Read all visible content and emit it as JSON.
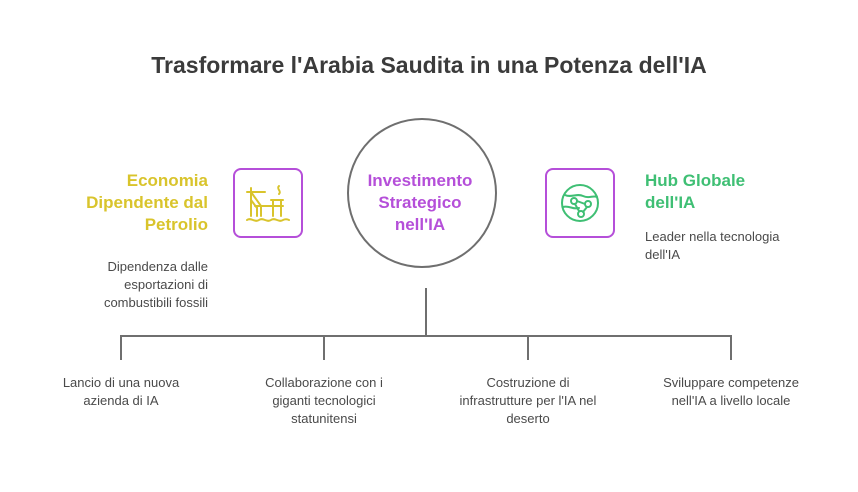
{
  "title": "Trasformare l'Arabia Saudita in una Potenza dell'IA",
  "center": {
    "label_lines": [
      "Investimento",
      "Strategico",
      "nell'IA"
    ]
  },
  "left": {
    "heading_lines": [
      "Economia",
      "Dipendente dal",
      "Petrolio"
    ],
    "desc_lines": [
      "Dipendenza dalle",
      "esportazioni di",
      "combustibili fossili"
    ],
    "icon": "oil-platform-icon"
  },
  "right": {
    "heading_lines": [
      "Hub Globale",
      "dell'IA"
    ],
    "desc_lines": [
      "Leader nella tecnologia",
      "dell'IA"
    ],
    "icon": "globe-network-icon"
  },
  "branches": [
    {
      "lines": [
        "Lancio di una nuova",
        "azienda di IA"
      ]
    },
    {
      "lines": [
        "Collaborazione con i",
        "giganti tecnologici",
        "statunitensi"
      ]
    },
    {
      "lines": [
        "Costruzione di",
        "infrastrutture per l'IA nel",
        "deserto"
      ]
    },
    {
      "lines": [
        "Sviluppare competenze",
        "nell'IA a livello locale"
      ]
    }
  ],
  "colors": {
    "accent_purple": "#b54fd9",
    "left_yellow": "#d9c42c",
    "right_green": "#3fbf74",
    "line_gray": "#6f6f6f",
    "text_dark": "#3b3b3b"
  }
}
